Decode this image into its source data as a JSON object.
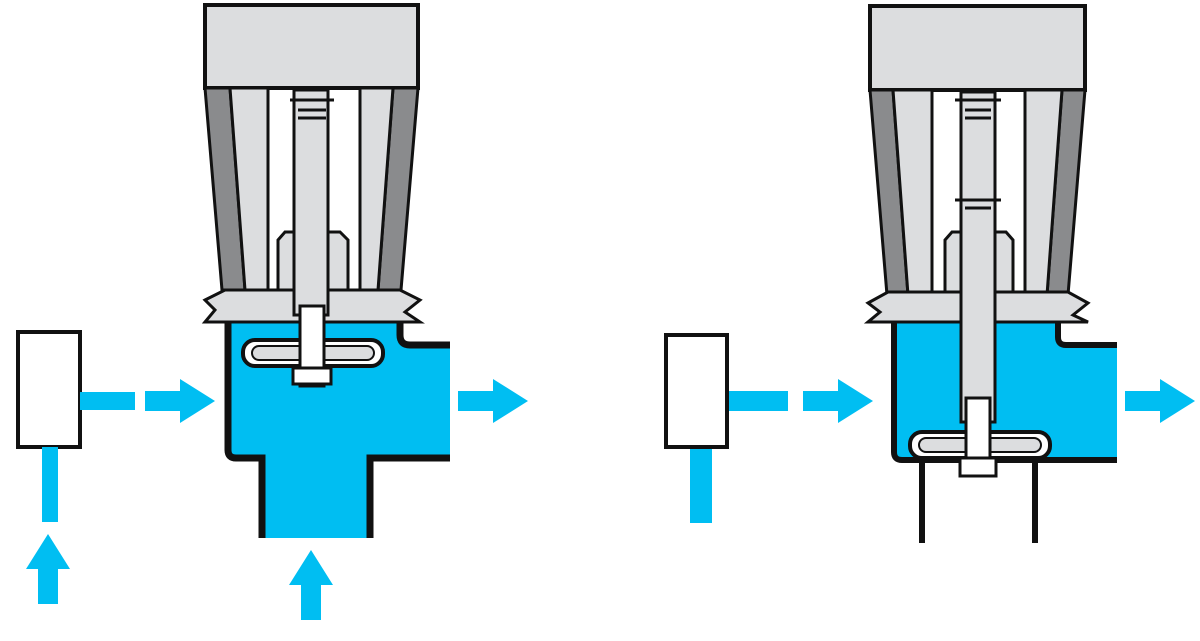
{
  "colors": {
    "fluid": "#00BEF2",
    "actuator": "#DCDDDF",
    "shadow": "#8A8B8D",
    "outline": "#111111",
    "background": "#FFFFFF"
  },
  "diagrams": [
    {
      "name": "valve-open",
      "state": "open",
      "icons": [
        "inlet-arrow-icon",
        "outlet-arrow-icon",
        "bottom-inlet-arrow-icon",
        "control-box-icon"
      ]
    },
    {
      "name": "valve-closed",
      "state": "closed",
      "icons": [
        "inlet-arrow-icon",
        "outlet-arrow-icon",
        "control-box-icon"
      ]
    }
  ]
}
